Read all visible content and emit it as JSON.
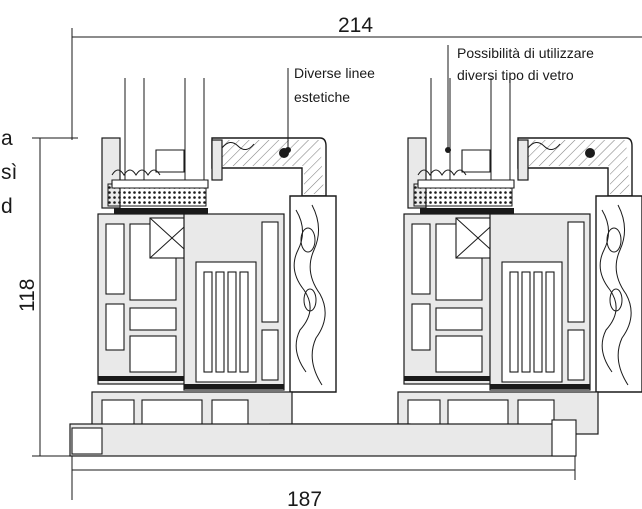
{
  "dimensions": {
    "top_width": "214",
    "bottom_width": "187",
    "height": "118"
  },
  "annotations": {
    "aesthetic_lines": [
      "Diverse linee",
      "estetiche"
    ],
    "glass_options": [
      "Possibilità di utilizzare",
      "diversi tipo di vetro"
    ]
  },
  "cropped_text_left": [
    "a",
    "sì",
    "d"
  ]
}
